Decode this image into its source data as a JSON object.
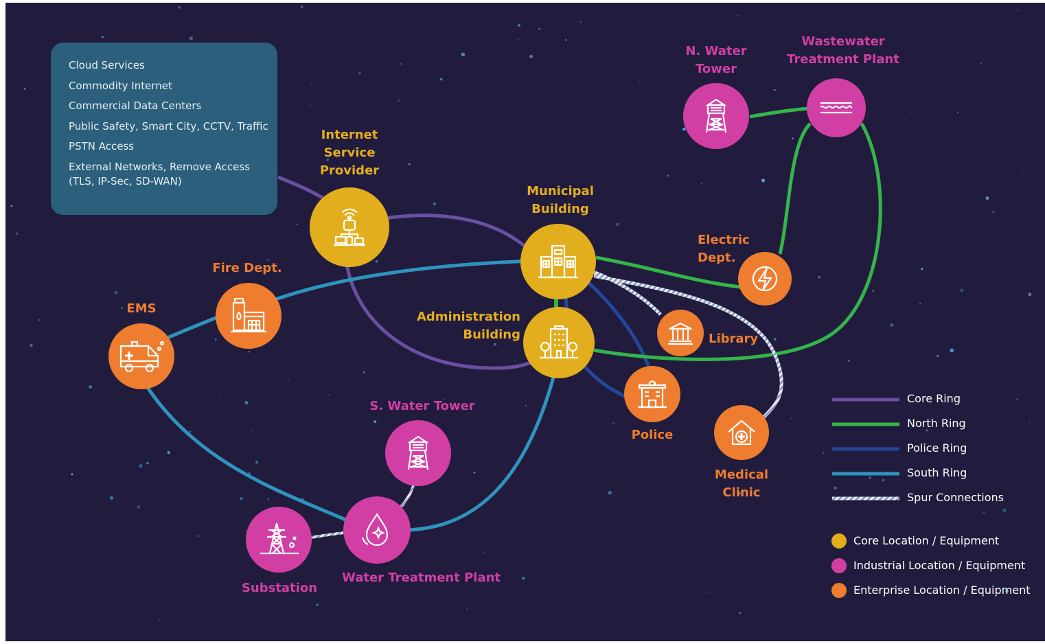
{
  "info_box": {
    "lines": [
      "Cloud Services",
      "Commodity Internet",
      "Commercial Data Centers",
      "Public Safety, Smart City, CCTV, Traffic",
      "PSTN Access",
      "External Networks, Remove Access",
      "(TLS, IP-Sec, SD-WAN)"
    ]
  },
  "nodes": {
    "isp": {
      "label": "Internet\nService\nProvider",
      "category": "core",
      "icon": "network-devices-icon"
    },
    "municipal": {
      "label": "Municipal\nBuilding",
      "category": "core",
      "icon": "office-building-icon"
    },
    "admin": {
      "label": "Administration\nBuilding",
      "category": "core",
      "icon": "office-building-trees-icon"
    },
    "n_water_tower": {
      "label": "N. Water\nTower",
      "category": "industrial",
      "icon": "water-tower-icon"
    },
    "wastewater": {
      "label": "Wastewater\nTreatment Plant",
      "category": "industrial",
      "icon": "water-waves-icon"
    },
    "s_water_tower": {
      "label": "S. Water Tower",
      "category": "industrial",
      "icon": "water-tower-icon"
    },
    "water_treatment": {
      "label": "Water Treatment Plant",
      "category": "industrial",
      "icon": "water-drop-icon"
    },
    "substation": {
      "label": "Substation",
      "category": "industrial",
      "icon": "power-tower-icon"
    },
    "electric": {
      "label": "Electric\nDept.",
      "category": "enterprise",
      "icon": "lightning-icon"
    },
    "library": {
      "label": "Library",
      "category": "enterprise",
      "icon": "library-icon"
    },
    "police": {
      "label": "Police",
      "category": "enterprise",
      "icon": "police-station-icon"
    },
    "medical": {
      "label": "Medical\nClinic",
      "category": "enterprise",
      "icon": "medical-cross-house-icon"
    },
    "fire": {
      "label": "Fire Dept.",
      "category": "enterprise",
      "icon": "fire-station-icon"
    },
    "ems": {
      "label": "EMS",
      "category": "enterprise",
      "icon": "ambulance-icon"
    }
  },
  "legend": {
    "rings": [
      {
        "label": "Core Ring",
        "color": "#6a4fa3"
      },
      {
        "label": "North Ring",
        "color": "#34b54a"
      },
      {
        "label": "Police Ring",
        "color": "#24479a"
      },
      {
        "label": "South Ring",
        "color": "#2f94bd"
      },
      {
        "label": "Spur Connections",
        "color": "#dfe3ea"
      }
    ],
    "locations": [
      {
        "label": "Core Location / Equipment",
        "color": "#e3ae1e"
      },
      {
        "label": "Industrial Location / Equipment",
        "color": "#d13fa5"
      },
      {
        "label": "Enterprise Location / Equipment",
        "color": "#ee7d2f"
      }
    ]
  },
  "colors": {
    "background": "#211c3d",
    "core": "#e3ae1e",
    "industrial": "#d13fa5",
    "enterprise": "#ee7d2f",
    "info_box": "#2c5f7c"
  }
}
